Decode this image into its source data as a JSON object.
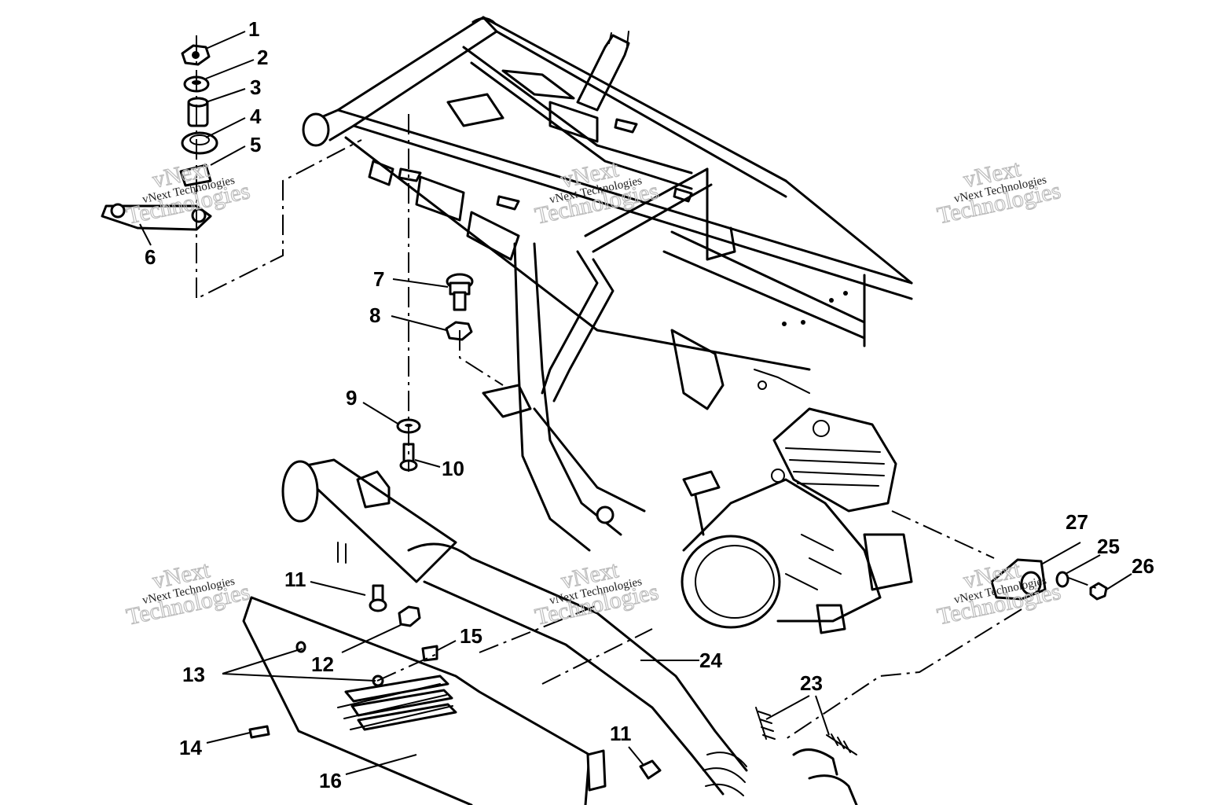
{
  "callouts": [
    "1",
    "2",
    "3",
    "4",
    "5",
    "6",
    "7",
    "8",
    "9",
    "10",
    "11",
    "12",
    "13",
    "14",
    "15",
    "16",
    "23",
    "24",
    "25",
    "26",
    "27",
    "11"
  ],
  "watermark": {
    "large_line1": "vNext",
    "large_line2": "Technologies",
    "small": "vNext Technologies"
  }
}
